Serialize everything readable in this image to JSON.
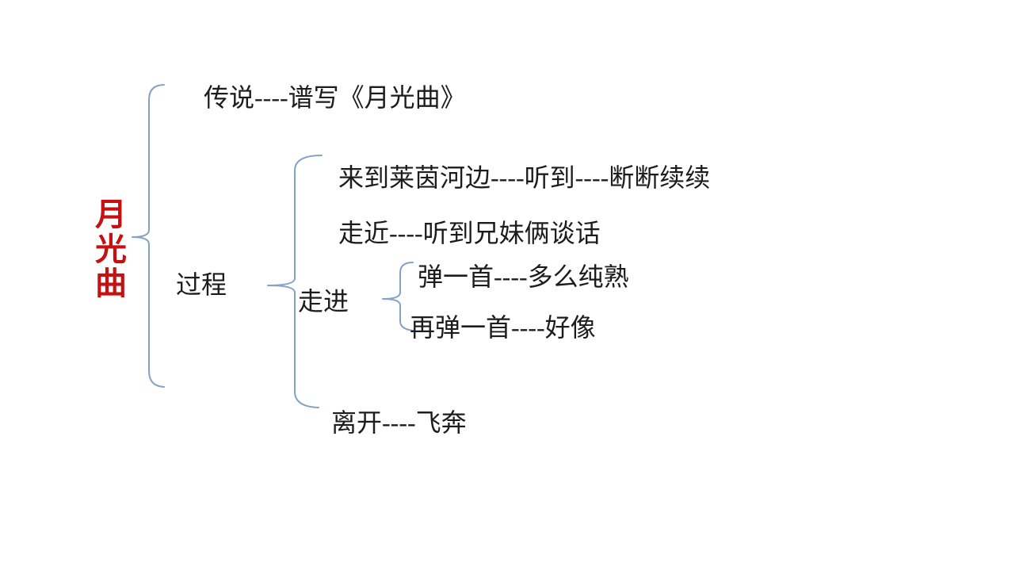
{
  "colors": {
    "background": "#ffffff",
    "brace": "#84a1c6",
    "text": "#1c1c1c",
    "root_text": "#c41212"
  },
  "diagram": {
    "root": "月光曲",
    "branches": {
      "legend": "传说----谱写《月光曲》",
      "process": {
        "label": "过程",
        "children": {
          "arrive": "来到莱茵河边----听到----断断续续",
          "approach": "走近----听到兄妹俩谈话",
          "enter": {
            "label": "走进",
            "children": {
              "play_first": "弹一首----多么纯熟",
              "play_again": "再弹一首----好像"
            }
          },
          "leave": "离开----飞奔"
        }
      }
    }
  }
}
